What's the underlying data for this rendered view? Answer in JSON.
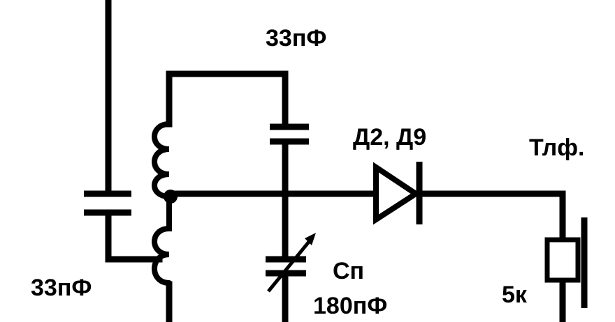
{
  "labels": {
    "cap_top": "33пФ",
    "cap_left": "33пФ",
    "diode": "Д2, Д9",
    "phones": "Тлф.",
    "var_cap_name": "Cп",
    "var_cap_value": "180пФ",
    "resistance": "5к"
  },
  "colors": {
    "ink": "#000000",
    "background": "#ffffff"
  }
}
